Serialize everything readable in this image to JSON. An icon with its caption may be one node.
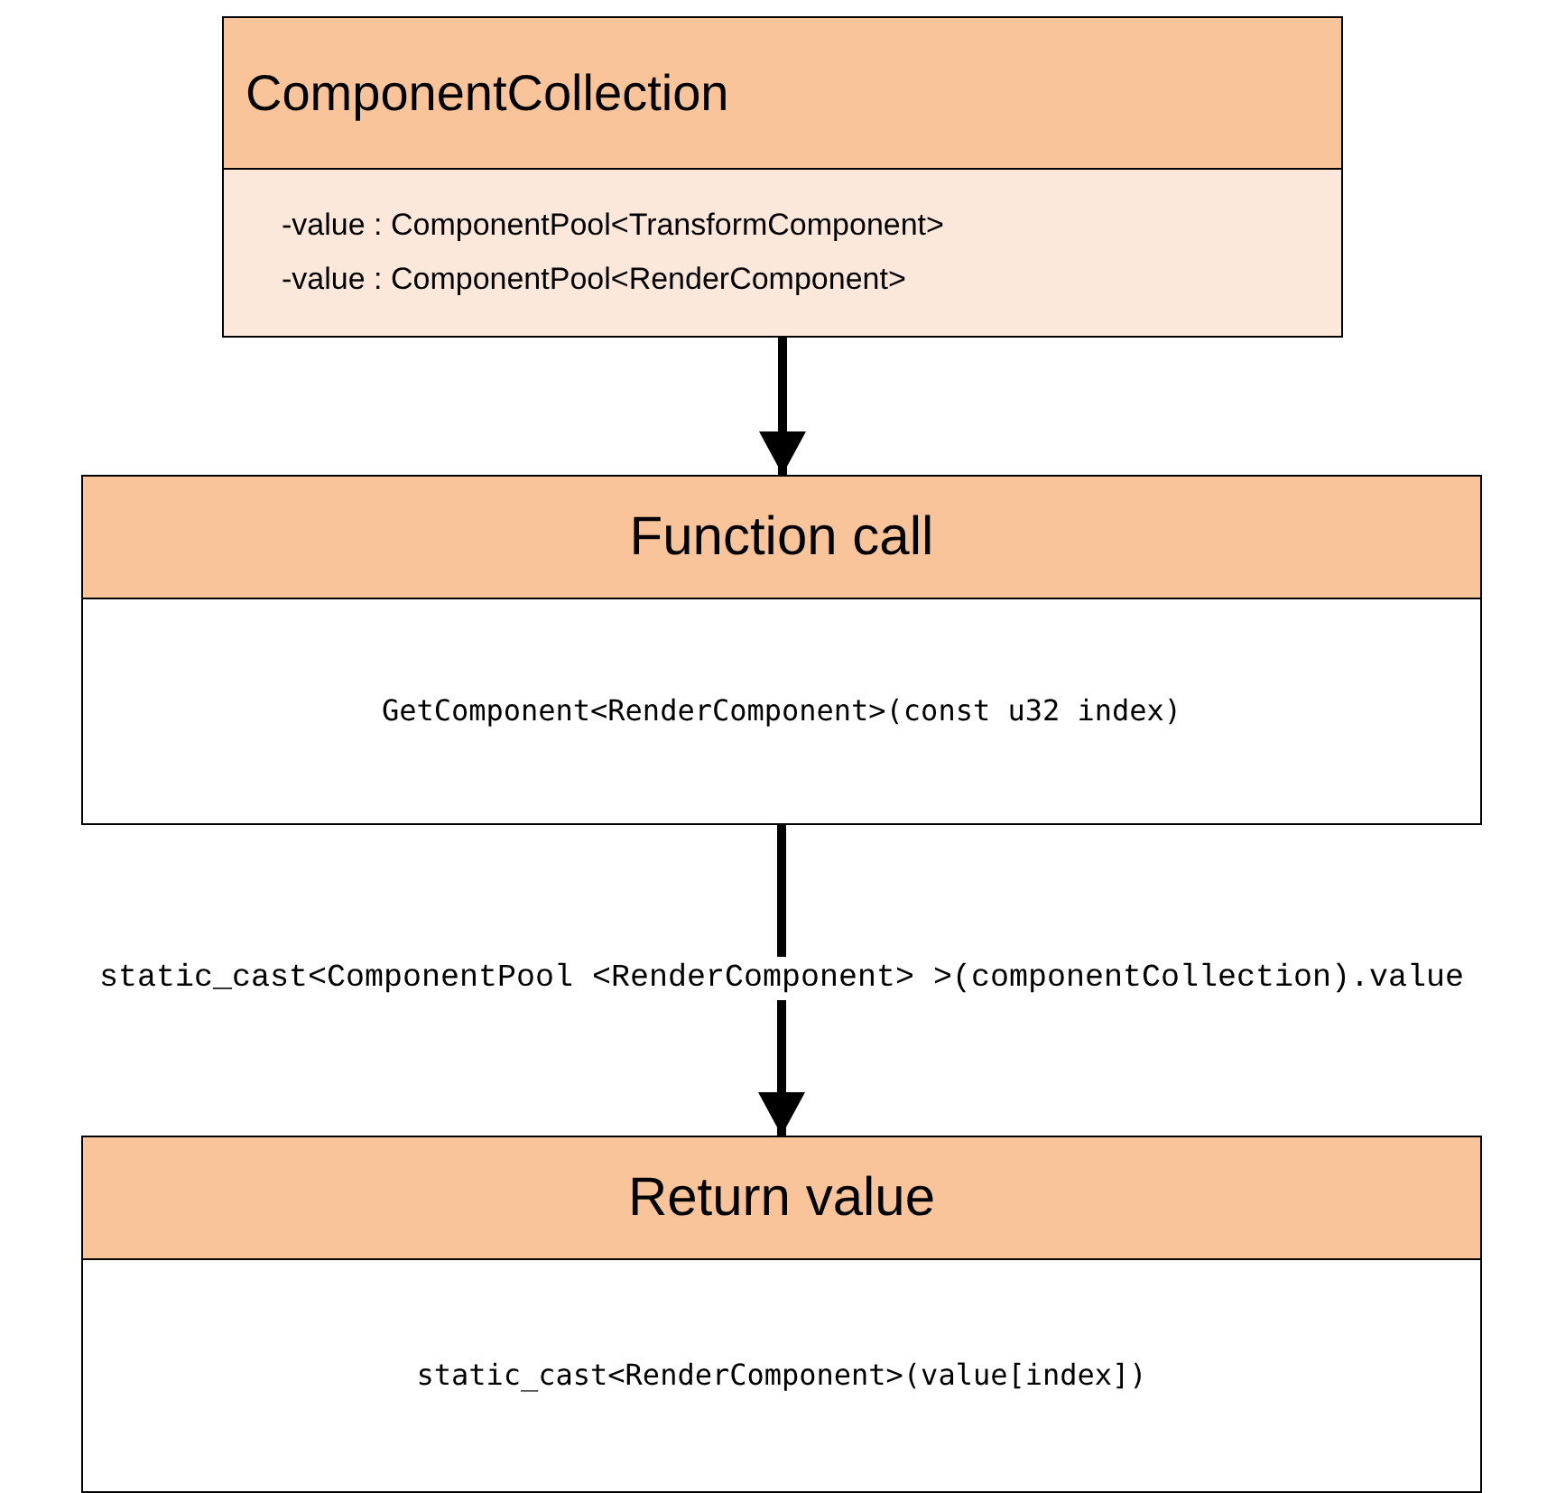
{
  "diagram": {
    "nodes": [
      {
        "text": [
          "ComponentCollection",
          "-value : ComponentPool<TransformComponent>",
          "-value : ComponentPool<RenderComponent>"
        ]
      },
      {
        "text": [
          "Function call",
          "GetComponent<RenderComponent>(const u32 index)"
        ]
      },
      {
        "text": [
          "Return value",
          "static_cast<RenderComponent>(value[index])"
        ]
      }
    ],
    "edges": [
      {
        "from": 0,
        "to": 1,
        "arrow": "to"
      },
      {
        "from": 1,
        "to": 2,
        "arrow": "to",
        "label": "static_cast<ComponentPool <RenderComponent> >(componentCollection).value"
      }
    ]
  }
}
